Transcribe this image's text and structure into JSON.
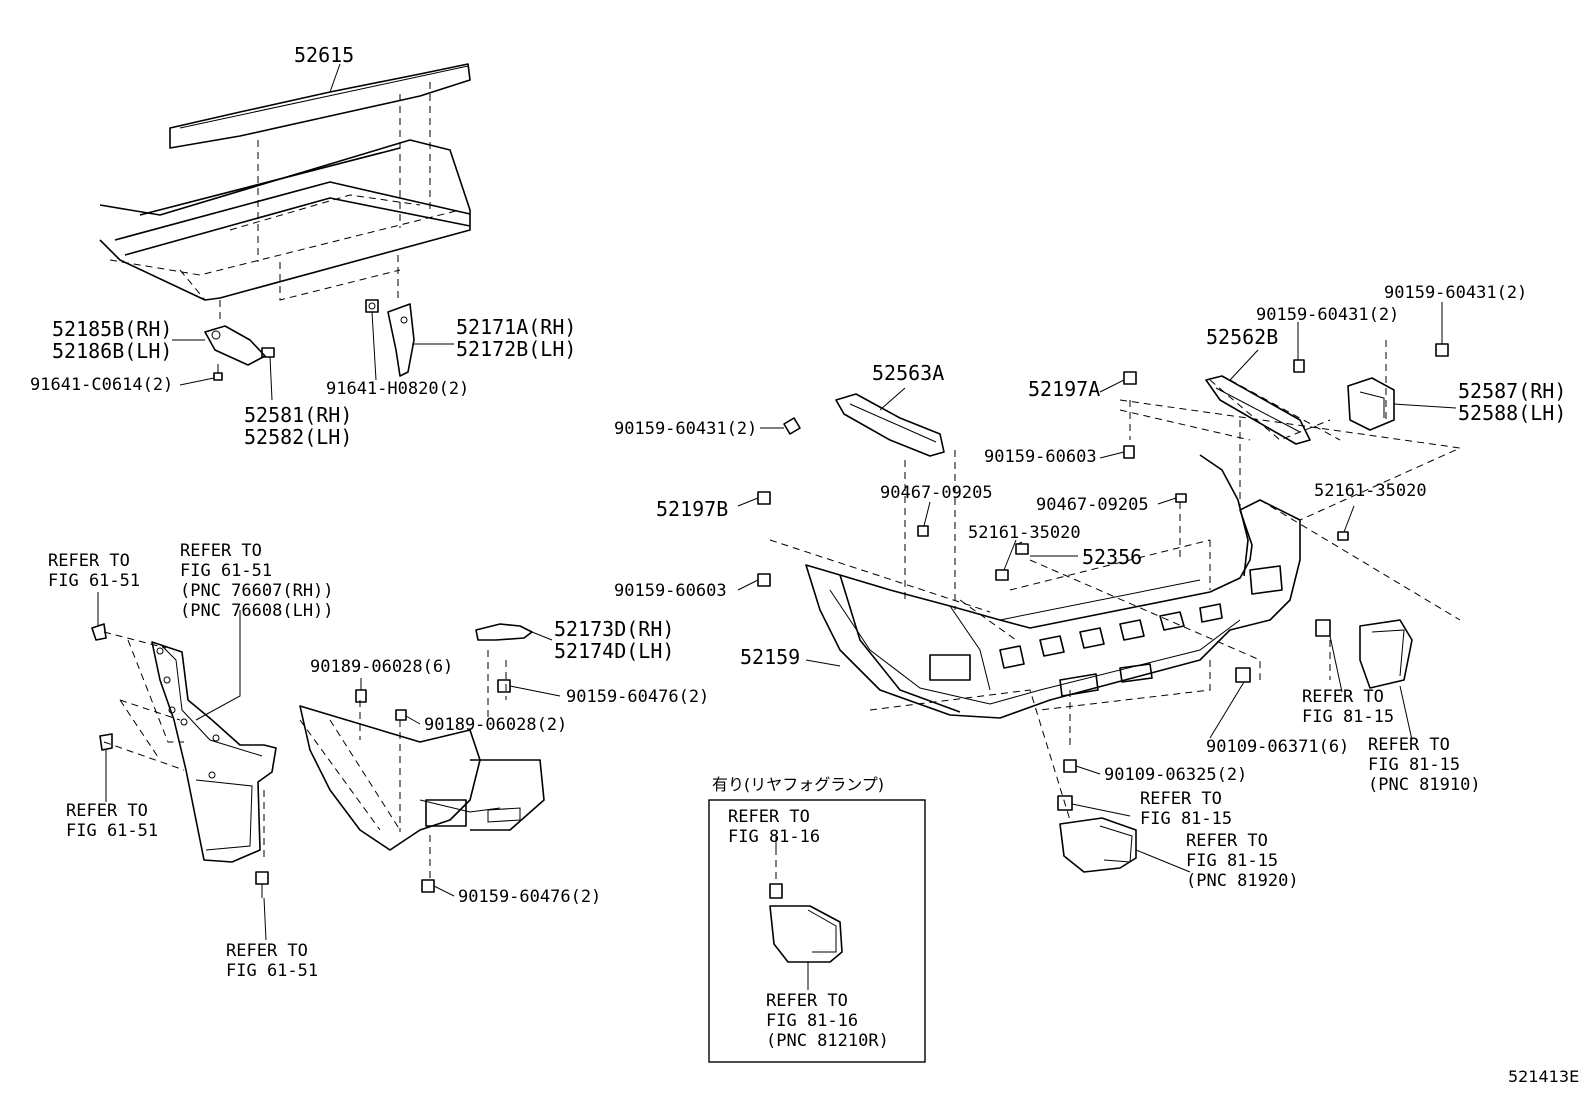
{
  "labels": {
    "p52615": "52615",
    "p52185b": "52185B(RH)",
    "p52186b": "52186B(LH)",
    "p91641c": "91641-C0614(2)",
    "p52581": "52581(RH)",
    "p52582": "52582(LH)",
    "p91641h": "91641-H0820(2)",
    "p52171a": "52171A(RH)",
    "p52172b": "52172B(LH)",
    "p52563a": "52563A",
    "p9015960431a": "90159-60431(2)",
    "p52197a": "52197A",
    "p52562b": "52562B",
    "p9015960431b": "90159-60431(2)",
    "p9015960431c": "90159-60431(2)",
    "p52587": "52587(RH)",
    "p52588": "52588(LH)",
    "p9015960603a": "90159-60603",
    "p9046709205a": "90467-09205",
    "p9046709205b": "90467-09205",
    "p5216135020a": "52161-35020",
    "p5216135020b": "52161-35020",
    "p52197b": "52197B",
    "p52356": "52356",
    "p9015960603b": "90159-60603",
    "p52159": "52159",
    "p52173d": "52173D(RH)",
    "p52174d": "52174D(LH)",
    "p9018906028a": "90189-06028(6)",
    "p9015960476a": "90159-60476(2)",
    "p9018906028b": "90189-06028(2)",
    "p9015960476b": "90159-60476(2)",
    "p9010906371": "90109-06371(6)",
    "p9010906325": "90109-06325(2)",
    "ref6151_a1": "REFER TO",
    "ref6151_a2": "FIG 61-51",
    "ref6151_b1": "REFER TO",
    "ref6151_b2": "FIG 61-51",
    "ref6151_b3": "(PNC 76607(RH))",
    "ref6151_b4": "(PNC 76608(LH))",
    "ref6151_c1": "REFER TO",
    "ref6151_c2": "FIG 61-51",
    "ref6151_d1": "REFER TO",
    "ref6151_d2": "FIG 61-51",
    "ref8115_a1": "REFER TO",
    "ref8115_a2": "FIG 81-15",
    "ref8115_b1": "REFER TO",
    "ref8115_b2": "FIG 81-15",
    "ref8115_b3": "(PNC 81910)",
    "ref8115_c1": "REFER TO",
    "ref8115_c2": "FIG 81-15",
    "ref8115_d1": "REFER TO",
    "ref8115_d2": "FIG 81-15",
    "ref8115_d3": "(PNC 81920)",
    "fog_title": "有り(リヤフォグランプ)",
    "ref8116_a1": "REFER TO",
    "ref8116_a2": "FIG 81-16",
    "ref8116_b1": "REFER TO",
    "ref8116_b2": "FIG 81-16",
    "ref8116_b3": "(PNC 81210R)",
    "diagram_id": "521413E"
  }
}
